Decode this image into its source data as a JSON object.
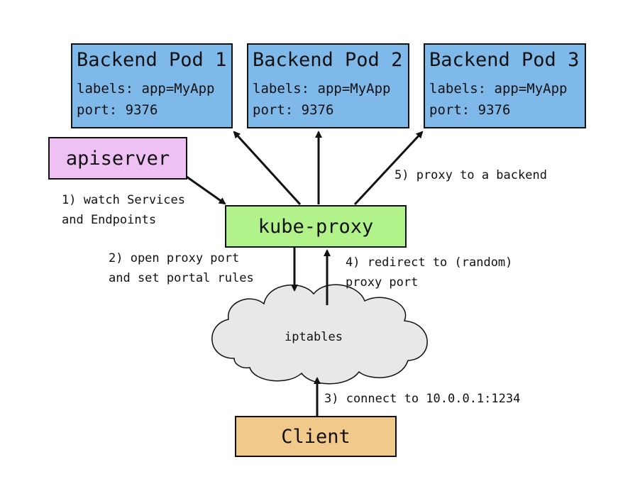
{
  "colors": {
    "pod": "#7fb9ea",
    "apiserver": "#eec0f4",
    "kube_proxy": "#b2f28a",
    "cloud": "#e8e8e8",
    "client": "#f1c98a",
    "stroke": "#111111"
  },
  "pods": [
    {
      "title": "Backend Pod 1",
      "labels": "labels: app=MyApp",
      "port": "port: 9376"
    },
    {
      "title": "Backend Pod 2",
      "labels": "labels: app=MyApp",
      "port": "port: 9376"
    },
    {
      "title": "Backend Pod 3",
      "labels": "labels: app=MyApp",
      "port": "port: 9376"
    }
  ],
  "apiserver": {
    "label": "apiserver"
  },
  "kube_proxy": {
    "label": "kube-proxy"
  },
  "iptables": {
    "label": "iptables"
  },
  "client": {
    "label": "Client"
  },
  "steps": {
    "s1": [
      "1) watch Services",
      "and Endpoints"
    ],
    "s2": [
      "2) open proxy port",
      "and set portal rules"
    ],
    "s3": [
      "3) connect to 10.0.0.1:1234"
    ],
    "s4": [
      "4) redirect to (random)",
      "proxy port"
    ],
    "s5": [
      "5) proxy to a backend"
    ]
  }
}
